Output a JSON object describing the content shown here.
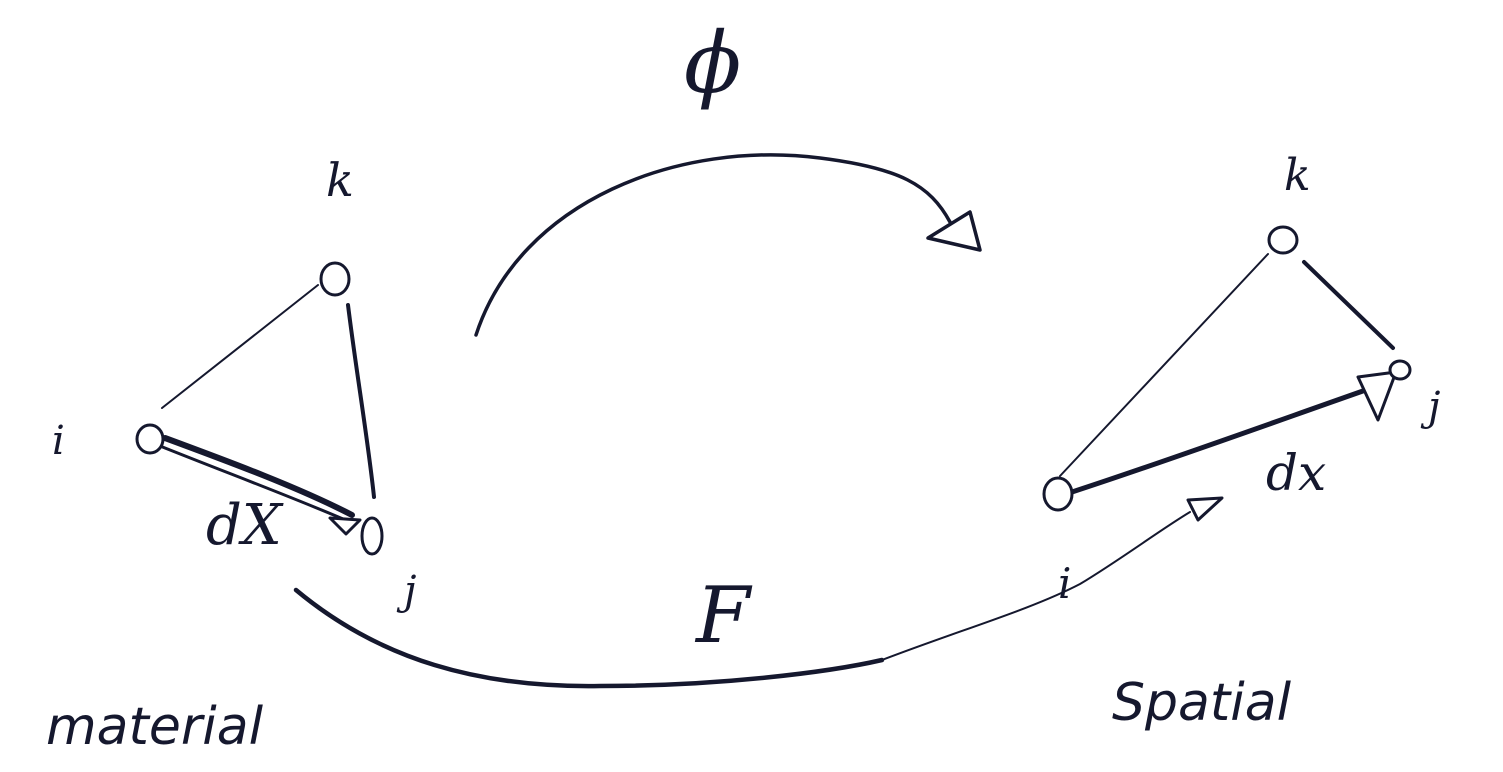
{
  "map_symbol": "ϕ",
  "gradient_label": "F",
  "material": {
    "caption": "material",
    "node_i": "i",
    "node_j": "j",
    "node_k": "k",
    "vector_label": "dX"
  },
  "spatial": {
    "caption": "Spatial",
    "node_i": "i",
    "node_j": "j",
    "node_k": "k",
    "vector_label": "dx"
  },
  "ink_color": "#15182e"
}
